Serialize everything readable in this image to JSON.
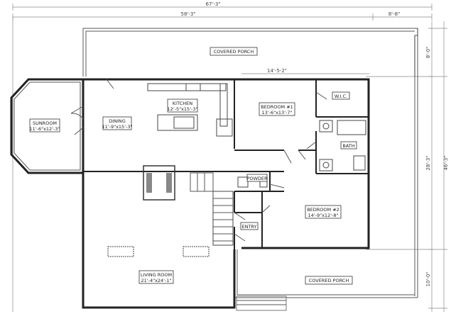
{
  "dimensions": {
    "overall_width": "67'-3\"",
    "main_width": "58'-3\"",
    "right_offset": "8'-8\"",
    "porch_depth": "8'-0\"",
    "interior_span": "14'-5-2\"",
    "mid_height": "28'-3\"",
    "overall_height": "46'-3\"",
    "front_porch_depth": "10'-0\""
  },
  "rooms": {
    "covered_porch_top": "COVERED PORCH",
    "covered_porch_bottom": "COVERED PORCH",
    "sunroom": "SUNROOM",
    "sunroom_size": "11'-6\"x12'-3\"",
    "dining": "DINING",
    "dining_size": "11'-9\"x15'-3\"",
    "kitchen": "KITCHEN",
    "kitchen_size": "12'-5\"x15'-3\"",
    "bedroom1": "BEDROOM #1",
    "bedroom1_size": "13'-6\"x13'-7\"",
    "wic": "W.I.C.",
    "bath": "BATH",
    "powder": "POWDER",
    "bedroom2": "BEDROOM #2",
    "bedroom2_size": "14'-9\"x12'-8\"",
    "entry": "ENTRY",
    "living": "LIVING ROOM",
    "living_size": "21'-4\"x24'-1\""
  }
}
